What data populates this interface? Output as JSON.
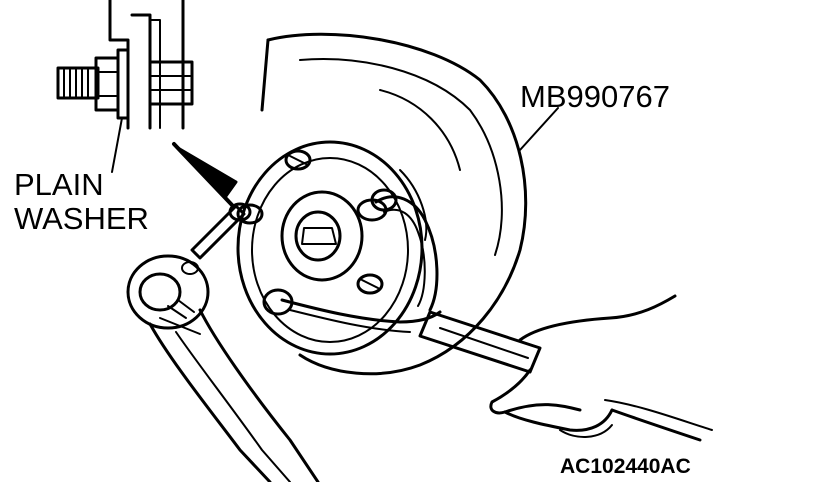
{
  "labels": {
    "washer_line1": "PLAIN",
    "washer_line2": "WASHER",
    "tool_number": "MB990767",
    "figure_code": "AC102440AC"
  },
  "colors": {
    "ink": "#000000",
    "paper": "#ffffff"
  }
}
